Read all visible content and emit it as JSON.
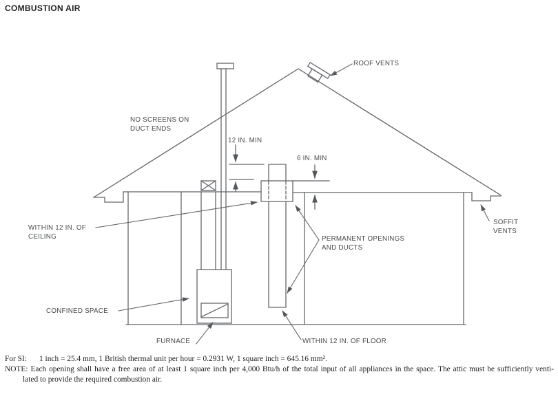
{
  "page": {
    "title": "COMBUSTION AIR"
  },
  "diagram": {
    "labels": {
      "roof_vents": "ROOF VENTS",
      "soffit_vents": "SOFFIT\nVENTS",
      "no_screens": "NO SCREENS ON\nDUCT ENDS",
      "dim_12_min": "12 IN. MIN",
      "dim_6_min": "6 IN. MIN",
      "within_ceiling": "WITHIN 12 IN. OF\nCEILING",
      "permanent_openings": "PERMANENT OPENINGS\nAND DUCTS",
      "confined_space": "CONFINED SPACE",
      "furnace": "FURNACE",
      "within_floor": "WITHIN 12 IN. OF FLOOR"
    },
    "line_color": "#63666a",
    "label_color": "#46494c"
  },
  "footnotes": {
    "si_label": "For SI:",
    "si_text": "1 inch = 25.4 mm, 1 British thermal unit per hour = 0.2931 W, 1 square inch = 645.16 mm².",
    "note_line1": "NOTE: Each opening shall have a free area of at least 1 square inch per 4,000 Btu/h of the total input of all appliances in the space. The attic must be sufficiently venti-",
    "note_line2": "lated to provide the required combustion air."
  }
}
